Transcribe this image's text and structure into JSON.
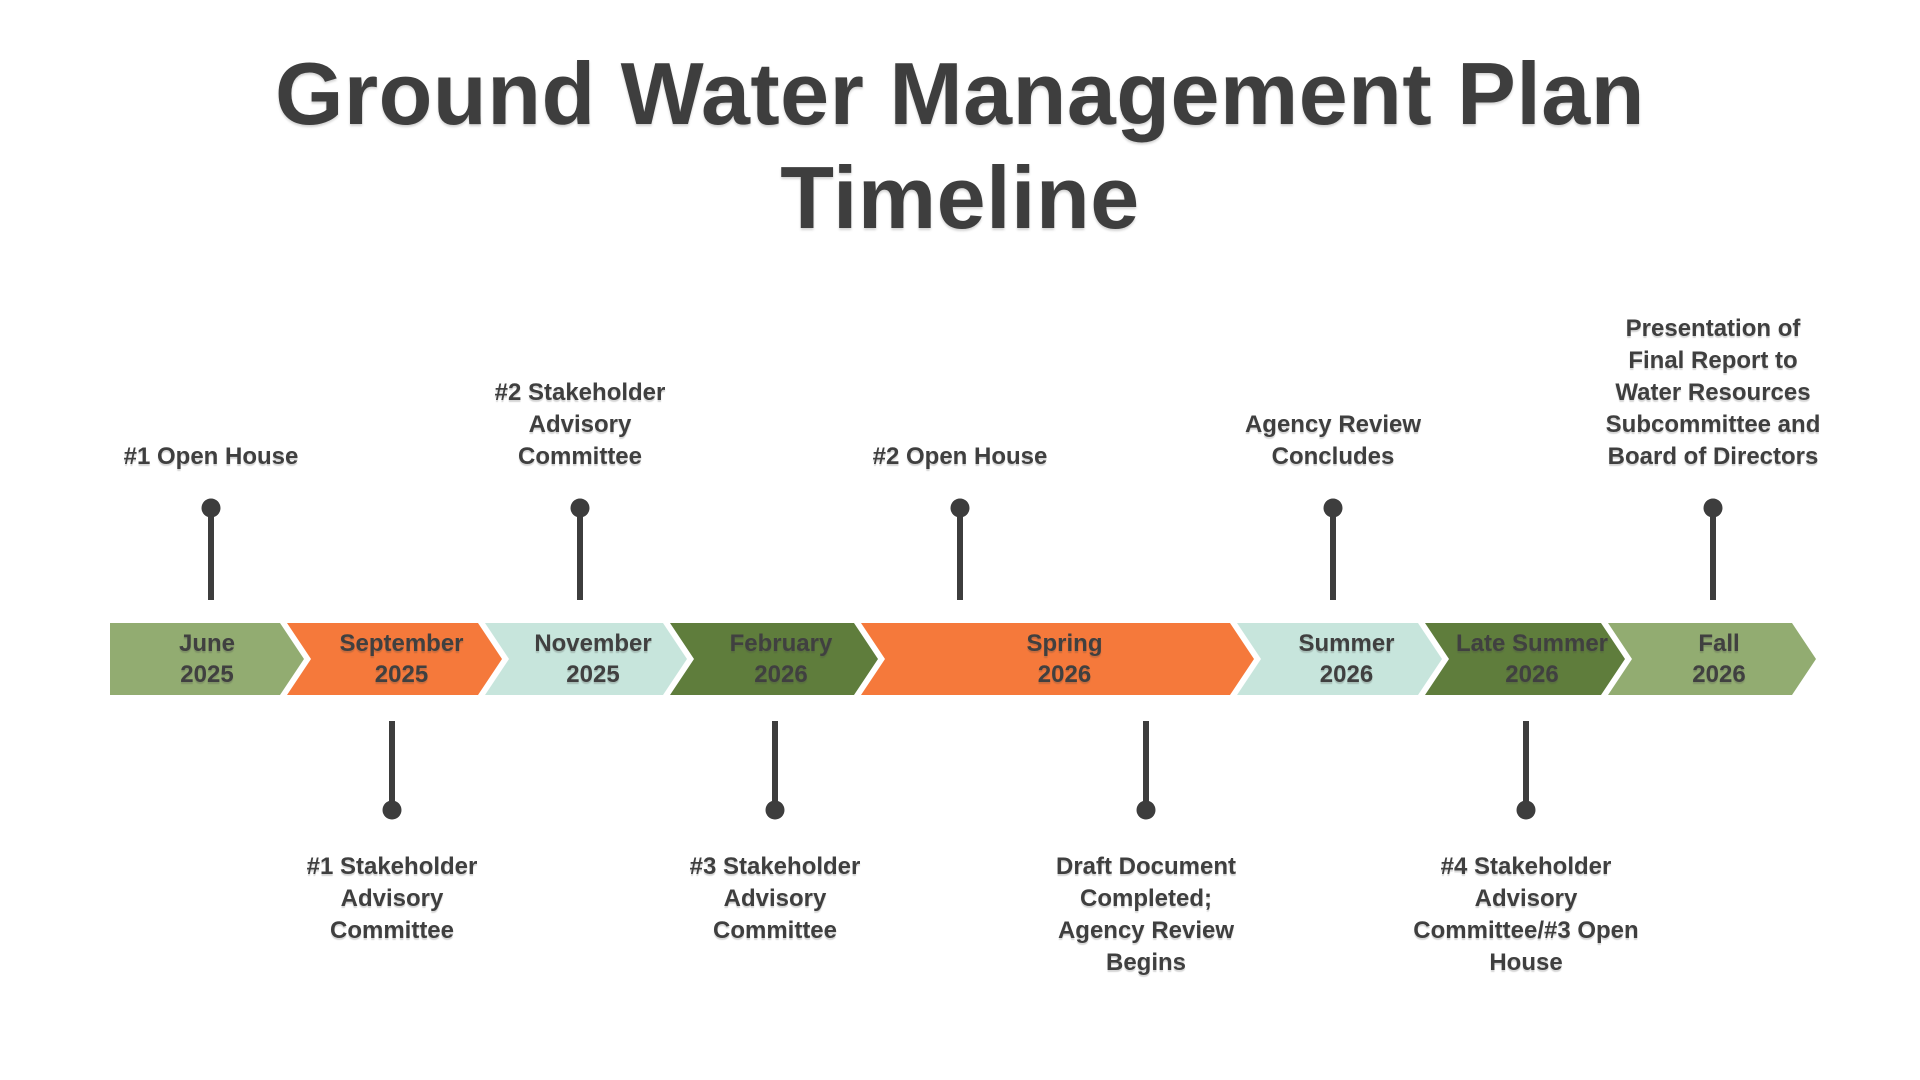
{
  "title": "Ground Water Management Plan\nTimeline",
  "colors": {
    "olive": "#92AC71",
    "orange": "#F5793B",
    "mint": "#C7E5DC",
    "dark_green": "#5F7D3C",
    "text": "#404040",
    "marker": "#3D3D3D",
    "background": "#FFFFFF"
  },
  "timeline": {
    "segments": [
      {
        "label": "June\n2025",
        "color": "olive"
      },
      {
        "label": "September\n2025",
        "color": "orange"
      },
      {
        "label": "November\n2025",
        "color": "mint"
      },
      {
        "label": "February\n2026",
        "color": "dark_green"
      },
      {
        "label": "Spring\n2026",
        "color": "orange"
      },
      {
        "label": "Summer\n2026",
        "color": "mint"
      },
      {
        "label": "Late Summer\n2026",
        "color": "dark_green"
      },
      {
        "label": "Fall\n2026",
        "color": "olive"
      }
    ],
    "events_above": [
      {
        "label": "#1 Open House"
      },
      {
        "label": "#2 Stakeholder\nAdvisory\nCommittee"
      },
      {
        "label": "#2 Open House"
      },
      {
        "label": "Agency Review\nConcludes"
      },
      {
        "label": "Presentation of\nFinal Report to\nWater Resources\nSubcommittee and\nBoard of Directors"
      }
    ],
    "events_below": [
      {
        "label": "#1 Stakeholder\nAdvisory\nCommittee"
      },
      {
        "label": "#3 Stakeholder\nAdvisory\nCommittee"
      },
      {
        "label": "Draft Document\nCompleted;\nAgency Review\nBegins"
      },
      {
        "label": "#4 Stakeholder\nAdvisory\nCommittee/#3 Open\nHouse"
      }
    ]
  }
}
